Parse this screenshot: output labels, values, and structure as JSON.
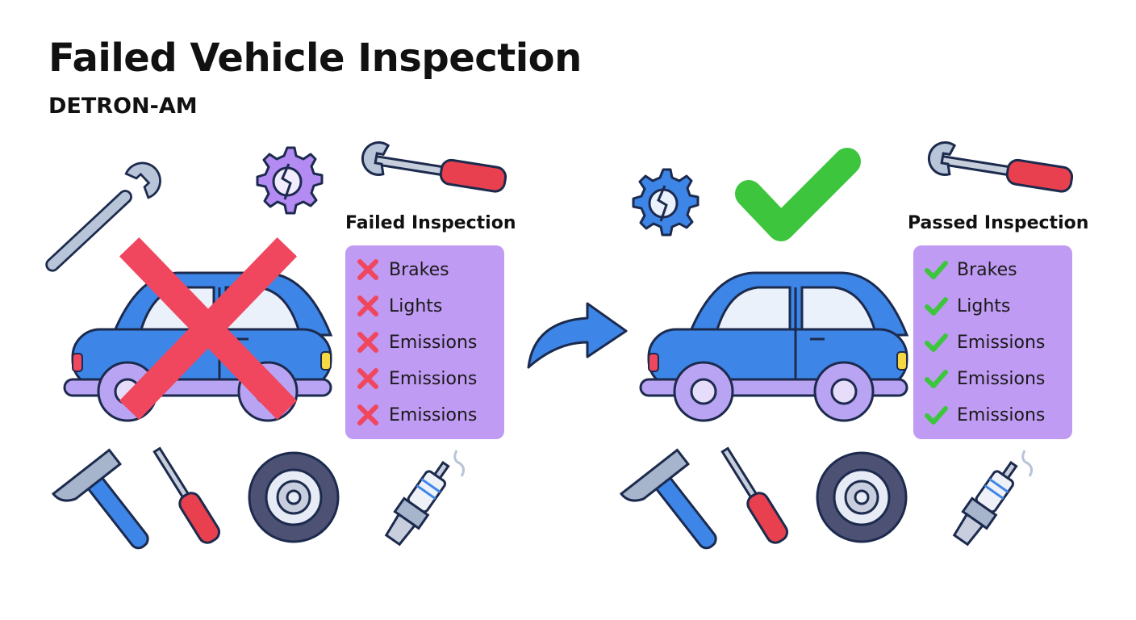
{
  "header": {
    "title": "Failed Vehicle Inspection",
    "subtitle": "DETRON-AM"
  },
  "failed": {
    "title": "Failed Inspection",
    "status_icon": "red-x-icon",
    "items": [
      "Brakes",
      "Lights",
      "Emissions",
      "Emissions",
      "Emissions"
    ]
  },
  "passed": {
    "title": "Passed Inspection",
    "status_icon": "green-checkmark-icon",
    "items": [
      "Brakes",
      "Lights",
      "Emissions",
      "Emissions",
      "Emissions"
    ]
  },
  "colors": {
    "car_body": "#3d86e8",
    "wheels": "#b9a3f3",
    "checklist_bg": "#c09bf3",
    "fail": "#f0465e",
    "pass": "#3dc63d",
    "arrow": "#3d86e8"
  },
  "icons": [
    "wrench-icon",
    "gear-icon",
    "screwdriver-icon",
    "hammer-icon",
    "tire-icon",
    "spark-plug-icon",
    "arrow-icon"
  ]
}
